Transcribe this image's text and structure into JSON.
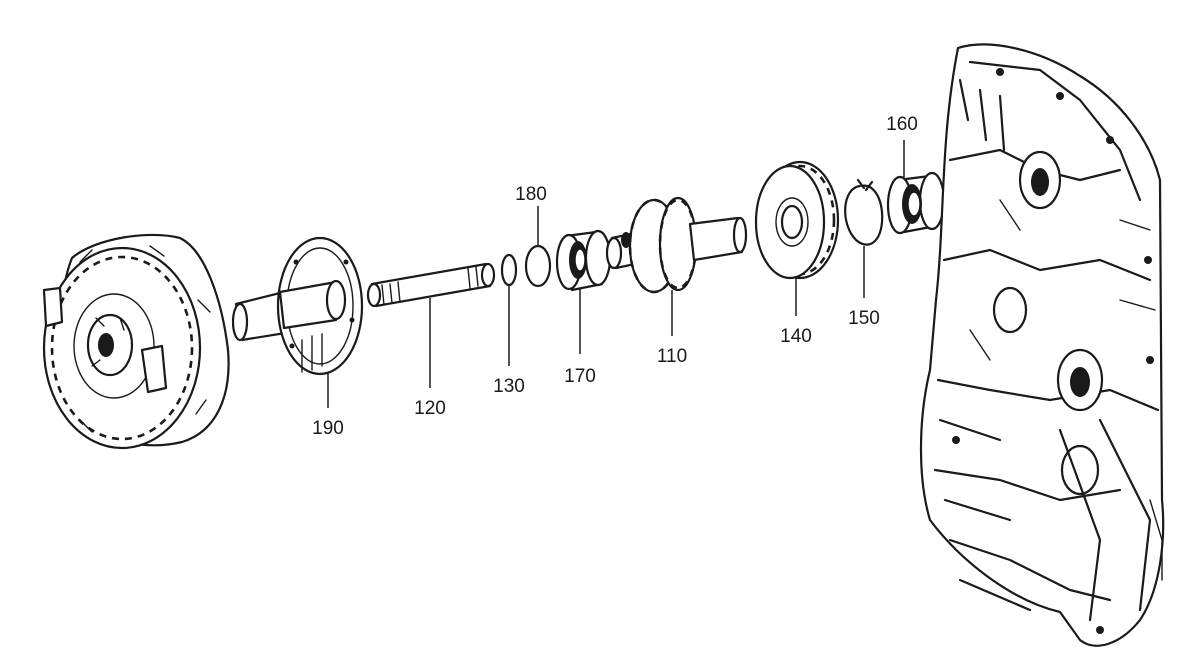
{
  "callouts": [
    {
      "id": "190",
      "label": "190"
    },
    {
      "id": "120",
      "label": "120"
    },
    {
      "id": "130",
      "label": "130"
    },
    {
      "id": "180",
      "label": "180"
    },
    {
      "id": "170",
      "label": "170"
    },
    {
      "id": "110",
      "label": "110"
    },
    {
      "id": "140",
      "label": "140"
    },
    {
      "id": "150",
      "label": "150"
    },
    {
      "id": "160",
      "label": "160"
    }
  ],
  "colors": {
    "line": "#1a1a1a",
    "background": "#ffffff"
  }
}
